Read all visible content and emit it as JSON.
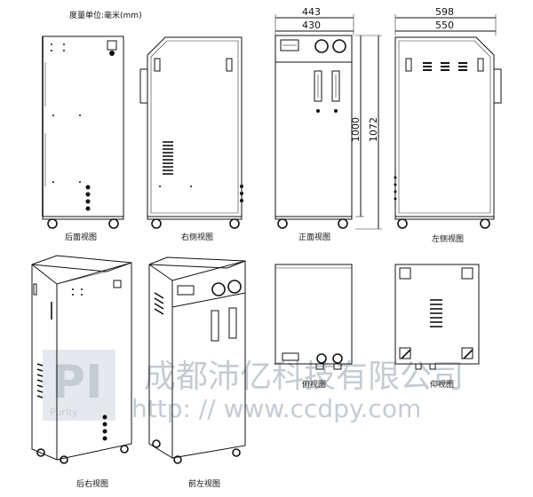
{
  "unit_note": "度量单位:毫米(mm)",
  "views": {
    "rear": "后面视图",
    "right": "右侧视图",
    "front": "正面视图",
    "left": "左侧视图",
    "rear_right": "后右视图",
    "front_left": "前左视图",
    "top": "俯视图",
    "bottom": "仰视图"
  },
  "dimensions": {
    "front_outer_width": "443",
    "front_inner_width": "430",
    "side_outer_width": "598",
    "side_inner_width": "550",
    "body_height": "1000",
    "total_height": "1072"
  },
  "watermark": {
    "company": "成都沛亿科技有限公司",
    "url": "http: // www.ccdpy.com",
    "logo_text": "Purity"
  }
}
